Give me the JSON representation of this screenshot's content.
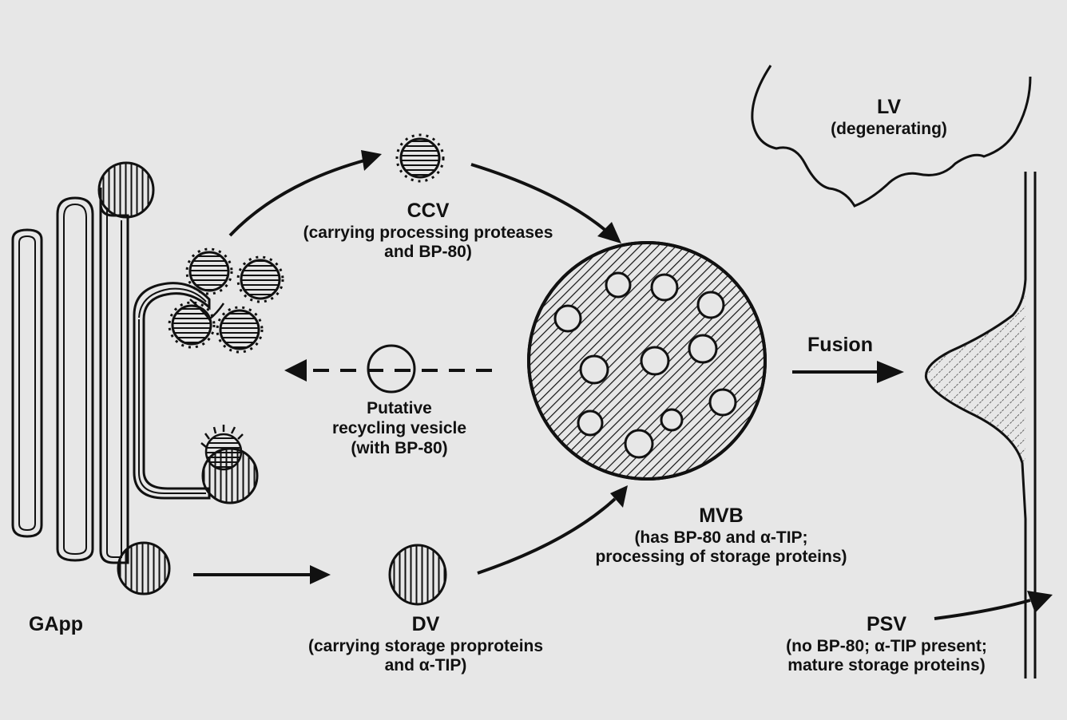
{
  "labels": {
    "ccv": {
      "name": "CCV",
      "desc_line1": "(carrying processing proteases",
      "desc_line2": "and BP-80)"
    },
    "lv": {
      "name": "LV",
      "desc": "(degenerating)"
    },
    "recycling": {
      "line1": "Putative",
      "line2": "recycling vesicle",
      "line3": "(with BP-80)"
    },
    "fusion": "Fusion",
    "mvb": {
      "name": "MVB",
      "desc_line1": "(has BP-80 and α-TIP;",
      "desc_line2": "processing of storage proteins)"
    },
    "gapp": "GApp",
    "dv": {
      "name": "DV",
      "desc_line1": "(carrying storage proproteins",
      "desc_line2": "and α-TIP)"
    },
    "psv": {
      "name": "PSV",
      "desc_line1": "(no BP-80;  α-TIP present;",
      "desc_line2": "mature storage proteins)"
    }
  },
  "colors": {
    "background": "#e7e7e7",
    "ink": "#111111"
  }
}
